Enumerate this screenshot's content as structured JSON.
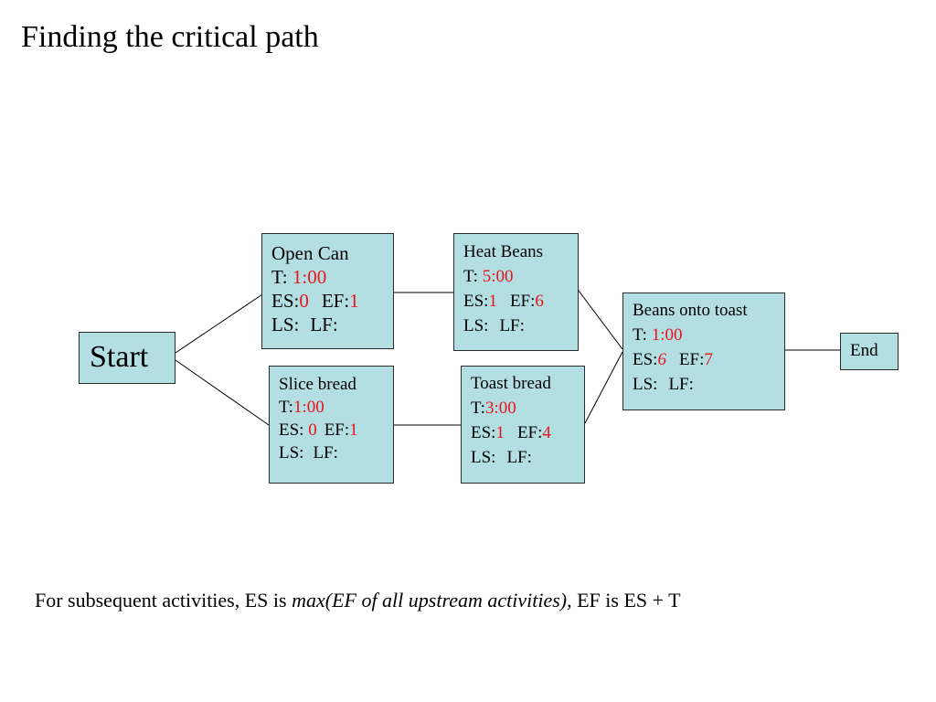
{
  "slide": {
    "title": "Finding the critical path"
  },
  "labels": {
    "t": "T:",
    "es": "ES:",
    "ef": "EF:",
    "ls": "LS:",
    "lf": "LF:"
  },
  "nodes": {
    "start": {
      "name": "Start"
    },
    "open_can": {
      "name": "Open Can",
      "t": "1:00",
      "es": "0",
      "ef": "1"
    },
    "slice_bread": {
      "name": "Slice bread",
      "t": "1:00",
      "es": "0",
      "ef": "1"
    },
    "heat_beans": {
      "name": "Heat Beans",
      "t": "5:00",
      "es": "1",
      "ef": "6"
    },
    "toast_bread": {
      "name": "Toast bread",
      "t": "3:00",
      "es": "1",
      "ef": "4"
    },
    "beans_onto_toast": {
      "name": "Beans onto toast",
      "t": "1:00",
      "es": "6",
      "ef": "7"
    },
    "end": {
      "name": "End"
    }
  },
  "footer": {
    "prefix": "For subsequent activities, ES is ",
    "italic": "max(EF of all upstream activities)",
    "suffix": ", EF is ES + T"
  },
  "colors": {
    "node_fill": "#b4dfe2",
    "highlight": "#e8141b"
  }
}
